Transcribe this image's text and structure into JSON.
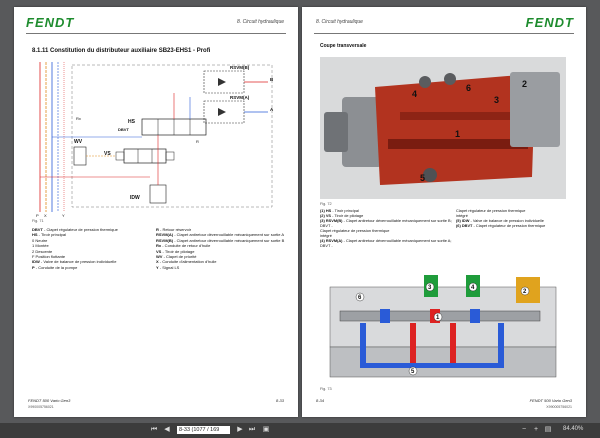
{
  "left_page": {
    "logo": "FENDT",
    "header": "8. Circuit hydraulique",
    "section_title": "8.1.11  Constitution du distributeur auxiliaire SB23-EHS1 - Profi",
    "diagram_labels": {
      "rsvm_b": "RSVM(B)",
      "rsvm_a": "RSVM(A)",
      "hs": "HS",
      "rx": "Rx",
      "dbvt": "DBVT",
      "r": "R",
      "vs": "VS",
      "wv": "WV",
      "idw": "IDW",
      "y": "Y",
      "p": "P",
      "x": "X",
      "a": "A",
      "b": "B"
    },
    "figure_label": "Fig. 71",
    "legend_left": [
      {
        "code": "DBVT",
        "text": " - Clapet régulateur de pression thermique"
      },
      {
        "code": "HS",
        "text": " - Tiroir principal"
      },
      {
        "code": "",
        "text": "0      Neutre"
      },
      {
        "code": "",
        "text": "1      Montée"
      },
      {
        "code": "",
        "text": "2      Descente"
      },
      {
        "code": "",
        "text": "F      Position flottante"
      },
      {
        "code": "IDW",
        "text": " - Valve de balance de pression individuelle"
      },
      {
        "code": "P",
        "text": " - Conduite de la pompe"
      }
    ],
    "legend_right": [
      {
        "code": "R",
        "text": " - Retour réservoir"
      },
      {
        "code": "RSVM(A)",
        "text": " - Clapet antiretour déverrouillable mécaniquement sur sortie A"
      },
      {
        "code": "RSVM(B)",
        "text": " - Clapet antiretour déverrouillable mécaniquement sur sortie B"
      },
      {
        "code": "Rx",
        "text": " - Conduite de retour d'huile"
      },
      {
        "code": "VS",
        "text": " - Tiroir de pilotage"
      },
      {
        "code": "WV",
        "text": " - Clapet de priorité"
      },
      {
        "code": "X",
        "text": " - Conduite d'alimentation d'huile"
      },
      {
        "code": "Y",
        "text": " - Signal LS"
      }
    ],
    "footer_left": "FENDT 500 Vario Gen3",
    "footer_code": "X990005756021",
    "page_number": "8-33"
  },
  "right_page": {
    "logo": "FENDT",
    "header": "8. Circuit hydraulique",
    "section_title": "Coupe transversale",
    "photo_callouts": [
      "1",
      "2",
      "3",
      "4",
      "5",
      "6"
    ],
    "figure_label_1": "Fig. 72",
    "legend_left": [
      {
        "code": "(1)  HS",
        "text": " - Tiroir principal"
      },
      {
        "code": "(2)  VS",
        "text": " - Tiroir de pilotage"
      },
      {
        "code": "(3)  RSVM(B)",
        "text": " - Clapet antiretour déverrouillable mécaniquement sur sortie B; DBVT -"
      },
      {
        "code": "",
        "text": "       Clapet régulateur de pression thermique"
      },
      {
        "code": "",
        "text": "       intégré"
      },
      {
        "code": "(4)  RSVM(A)",
        "text": " - Clapet antiretour déverrouillable mécaniquement sur sortie A; DBVT -"
      }
    ],
    "legend_right": [
      {
        "code": "",
        "text": "Clapet régulateur de pression thermique"
      },
      {
        "code": "",
        "text": "intégré"
      },
      {
        "code": "(5)  IDW",
        "text": " - Valve de balance de pression individuelle"
      },
      {
        "code": "(6)  DBVT",
        "text": " - Clapet régulateur de pression thermique"
      }
    ],
    "section_callouts": [
      "1",
      "2",
      "3",
      "4",
      "5",
      "6"
    ],
    "figure_label_2": "Fig. 73",
    "footer_right": "FENDT 500 Vario Gen3",
    "footer_code": "X990005756021",
    "page_number": "8-34"
  },
  "toolbar": {
    "page_input": "8-33 (1077 / 169",
    "page_total": "",
    "zoom": "84.40%"
  },
  "colors": {
    "fendt_green": "#1e8c2e",
    "hydraulic_red": "#c0392b"
  }
}
